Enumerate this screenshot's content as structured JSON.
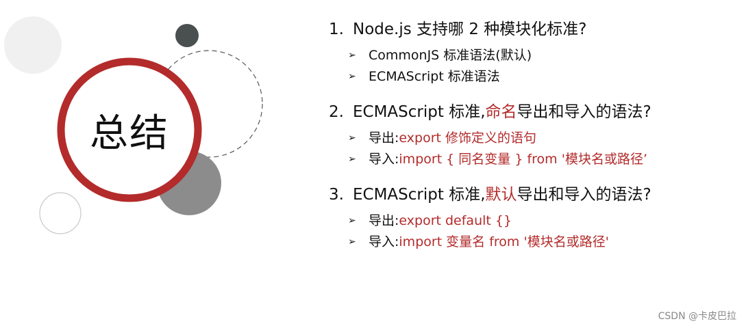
{
  "page_title": "总结",
  "questions": [
    {
      "number": "1.",
      "before": "Node.js 支持哪 2 种模块化标准?",
      "highlight": "",
      "after": "",
      "bullets": [
        {
          "label": "CommonJS 标准语法(默认)",
          "value": ""
        },
        {
          "label": "ECMAScript 标准语法",
          "value": ""
        }
      ]
    },
    {
      "number": "2.",
      "before": "ECMAScript 标准,",
      "highlight": "命名",
      "after": "导出和导入的语法?",
      "bullets": [
        {
          "label": "导出:",
          "value": "export 修饰定义的语句"
        },
        {
          "label": "导入:",
          "value": "import { 同名变量 } from '模块名或路径’"
        }
      ]
    },
    {
      "number": "3.",
      "before": "ECMAScript 标准,",
      "highlight": "默认",
      "after": "导出和导入的语法?",
      "bullets": [
        {
          "label": "导出:",
          "value": "export default {}"
        },
        {
          "label": "导入:",
          "value": "import 变量名 from '模块名或路径'"
        }
      ]
    }
  ],
  "bullet_glyph": "➢",
  "watermark": "CSDN @卡皮巴拉",
  "colors": {
    "accent": "#b32b2b",
    "text": "#111111",
    "dark_circle": "#4a4f4f",
    "gray_circle": "#8c8c8c",
    "light_circle": "#f0f0f0"
  }
}
